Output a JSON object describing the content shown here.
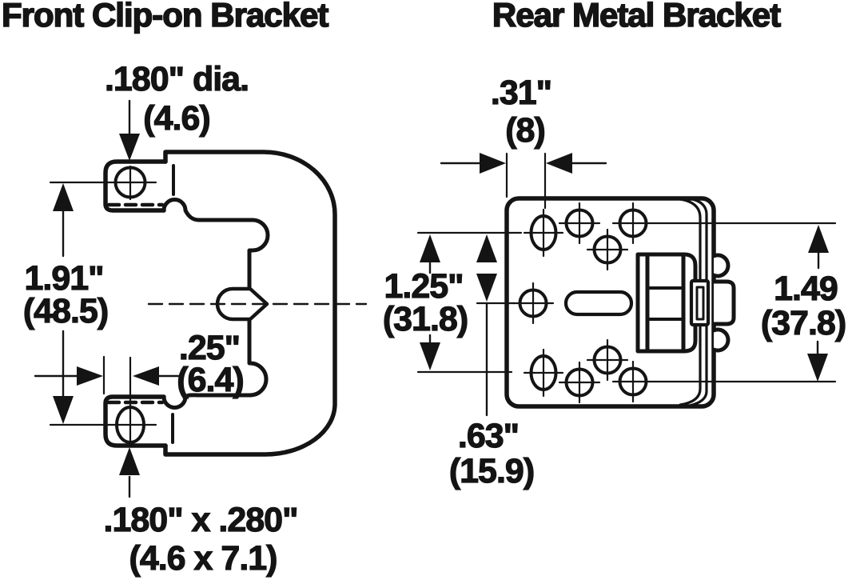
{
  "front_bracket": {
    "title": "Front Clip-on Bracket",
    "hole_diameter": {
      "imperial": ".180\" dia.",
      "metric": "(4.6)"
    },
    "mount_height": {
      "imperial": "1.91\"",
      "metric": "(48.5)"
    },
    "face_offset": {
      "imperial": ".25\"",
      "metric": "(6.4)"
    },
    "slot_size": {
      "imperial": ".180\" x .280\"",
      "metric": "(4.6 x 7.1)"
    }
  },
  "rear_bracket": {
    "title": "Rear Metal Bracket",
    "edge_to_holes": {
      "imperial": ".31\"",
      "metric": "(8)"
    },
    "row_spacing": {
      "imperial": "1.25\"",
      "metric": "(31.8)"
    },
    "mid_row_spacing": {
      "imperial": ".63\"",
      "metric": "(15.9)"
    },
    "right_row_spacing": {
      "imperial": "1.49",
      "metric": "(37.8)"
    }
  },
  "colors": {
    "line": "#141414",
    "background": "#ffffff"
  }
}
